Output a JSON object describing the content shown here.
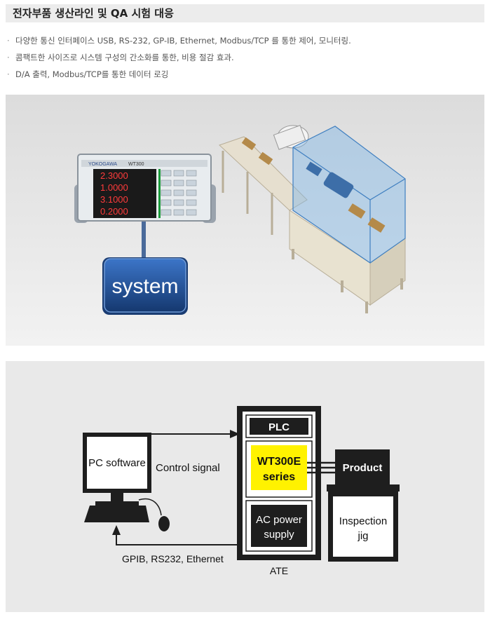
{
  "header": {
    "title": "전자부품 생산라인 및 QA 시험 대응"
  },
  "bullets": [
    {
      "marker": "·",
      "text": "다양한 통신 인터페이스 USB, RS-232, GP-IB, Ethernet, Modbus/TCP 를 통한 제어, 모니터링."
    },
    {
      "marker": "·",
      "text": "콤팩트한 사이즈로 시스템 구성의 간소화를 통한, 비용 절감 효과."
    },
    {
      "marker": "·",
      "text": "D/A 출력, Modbus/TCP를 통한 데이터 로깅"
    }
  ],
  "figure1": {
    "brand": "YOKOGAWA",
    "model": "WT300",
    "readings": [
      "2.3000",
      "1.0000",
      "3.1000",
      "0.2000"
    ],
    "system_label": "system"
  },
  "figure2": {
    "pc_label": "PC software",
    "control_signal": "Control signal",
    "gpib_label": "GPIB, RS232, Ethernet",
    "plc": "PLC",
    "wt_line1": "WT300E",
    "wt_line2": "series",
    "ac_line1": "AC power",
    "ac_line2": "supply",
    "product": "Product",
    "jig_line1": "Inspection",
    "jig_line2": "jig",
    "ate": "ATE"
  },
  "colors": {
    "header_bg": "#ececec",
    "panel_bg": "#e9e9e9",
    "system_blue": "#1f4f96",
    "highlight_yellow": "#fff200",
    "diagram_dark": "#222222",
    "enclosure_blue": "#7fb6e6"
  }
}
